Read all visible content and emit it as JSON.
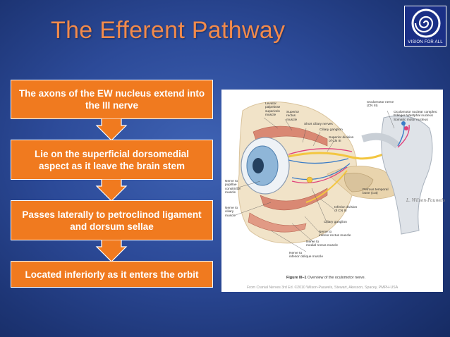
{
  "slide": {
    "title": "The Efferent Pathway",
    "logo_text": "VISION FOR ALL",
    "steps": [
      "The axons of the EW nucleus extend into the III nerve",
      "Lie on the superficial dorsomedial aspect as it leave the brain stem",
      "Passes laterally to petroclinod ligament and dorsum sellae",
      "Located inferiorly as it enters the orbit"
    ]
  },
  "figure": {
    "labels": {
      "levator": "Levator\npalpebrae\nsuperioris\nmuscle",
      "superior_rectus": "Superior\nrectus\nmuscle",
      "short_ciliary": "Short ciliary nerves",
      "ciliary_ganglion_top": "Ciliary ganglion",
      "superior_division": "Superior division\nof CN III",
      "oculomotor_nerve": "Oculomotor nerve\n(CN III)",
      "nuclear_complex": "Oculomotor nuclear complex:\nEdinger-Westphal nucleus\nSomatic motor nucleus",
      "pupillae": "Nerve to\npupillae\nconstrictor\nmuscle",
      "ciliary_muscle": "Nerve to\nciliary\nmuscle",
      "petrous": "Petrous temporal\nbone (cut)",
      "inferior_division": "Inferior division\nof CN III",
      "ciliary_ganglion_bottom": "Ciliary ganglion",
      "inferior_rectus": "Nerve to\ninferior rectus muscle",
      "medial_rectus": "Nerve to\nmedial rectus muscle",
      "inferior_oblique": "Nerve to\ninferior oblique muscle"
    },
    "caption_label": "Figure III–1",
    "caption_text": " Overview of the oculomotor nerve.",
    "signature": "L. Wilson-Pauwels",
    "copyright": "From Cranial Nerves 3rd Ed. ©2010 Wilson-Pauwels, Stewart, Akesson, Spacey, PMPH-USA"
  },
  "colors": {
    "title": "#f28a4b",
    "box_fill": "#f07a1f",
    "box_border": "#ffffff",
    "background": "#2c4a98",
    "logo_box": "#1a2f86"
  }
}
